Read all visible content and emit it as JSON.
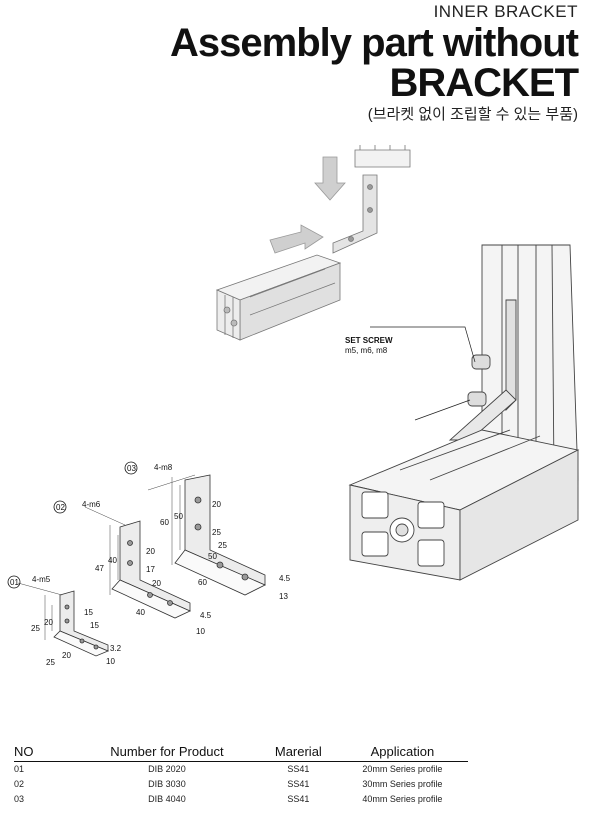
{
  "header": {
    "subtitle": "INNER BRACKET",
    "title_line1": "Assembly part without",
    "title_line2": "BRACKET",
    "korean": "(브라켓 없이 조립할 수 있는 부품)"
  },
  "callout": {
    "title": "SET SCREW",
    "sizes": "m5, m6, m8"
  },
  "drawings": [
    {
      "no": "01",
      "holes": "4-m5",
      "dims": [
        "25",
        "20",
        "15",
        "15",
        "20",
        "25",
        "10",
        "3.2"
      ]
    },
    {
      "no": "02",
      "holes": "4-m6",
      "dims": [
        "47",
        "40",
        "20",
        "17",
        "20",
        "40",
        "10",
        "4.5"
      ]
    },
    {
      "no": "03",
      "holes": "4-m8",
      "dims": [
        "60",
        "50",
        "20",
        "25",
        "25",
        "50",
        "60",
        "13",
        "4.5"
      ]
    }
  ],
  "table": {
    "headers": [
      "NO",
      "Number for Product",
      "Marerial",
      "Application"
    ],
    "rows": [
      [
        "01",
        "DIB 2020",
        "SS41",
        "20mm Series profile"
      ],
      [
        "02",
        "DIB 3030",
        "SS41",
        "30mm Series profile"
      ],
      [
        "03",
        "DIB 4040",
        "SS41",
        "40mm Series profile"
      ]
    ]
  }
}
